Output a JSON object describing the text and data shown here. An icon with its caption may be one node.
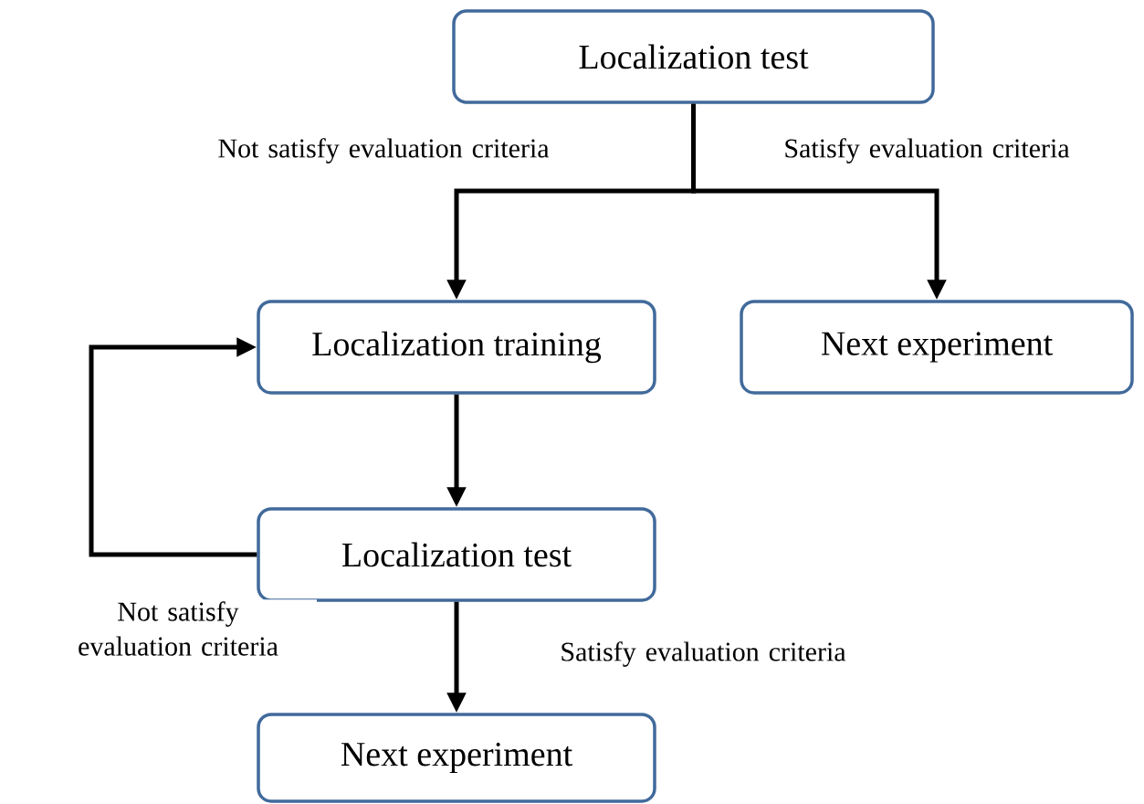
{
  "diagram": {
    "nodes": [
      {
        "text": [
          "Localization test"
        ]
      },
      {
        "text": [
          "Localization training"
        ]
      },
      {
        "text": [
          "Next experiment"
        ]
      },
      {
        "text": [
          "Localization test"
        ]
      },
      {
        "text": [
          "Next experiment"
        ]
      }
    ],
    "edges": [
      {
        "from": 0,
        "to": 1,
        "arrow": "to",
        "label": "Not satisfy evaluation criteria"
      },
      {
        "from": 0,
        "to": 2,
        "arrow": "to",
        "label": "Satisfy evaluation criteria"
      },
      {
        "from": 1,
        "to": 3,
        "arrow": "to"
      },
      {
        "from": 3,
        "to": 1,
        "arrow": "to",
        "label": "Not satisfy evaluation criteria"
      },
      {
        "from": 3,
        "to": 4,
        "arrow": "to",
        "label": "Satisfy evaluation criteria"
      }
    ]
  }
}
